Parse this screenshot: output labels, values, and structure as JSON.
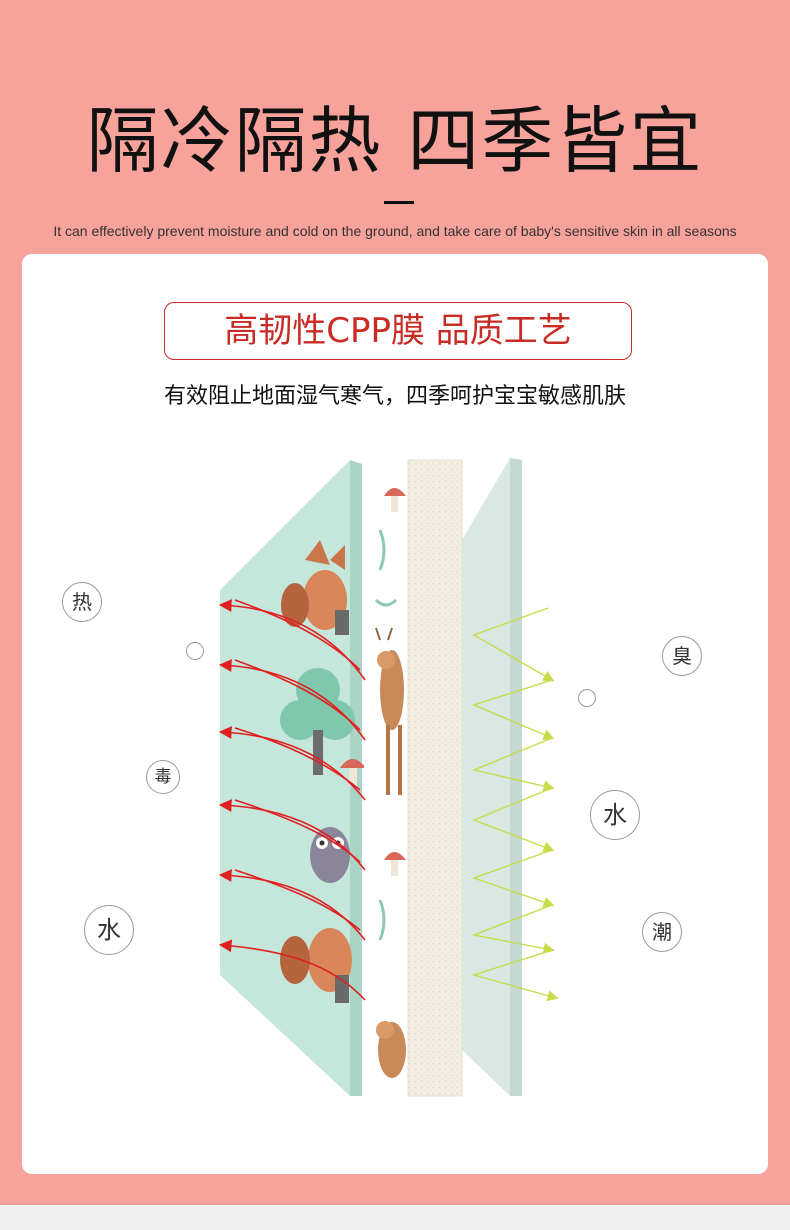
{
  "heading": {
    "title": "隔冷隔热 四季皆宜",
    "subtitle": "It can effectively prevent moisture and cold on the ground, and take care of baby's sensitive skin in all seasons"
  },
  "feature": {
    "badge": "高韧性CPP膜 品质工艺",
    "description": "有效阻止地面湿气寒气，四季呵护宝宝敏感肌肤"
  },
  "left_labels": [
    "热",
    "毒",
    "水"
  ],
  "right_labels": [
    "臭",
    "水",
    "潮"
  ],
  "colors": {
    "background": "#f7a29b",
    "accent_red": "#c92b25",
    "panel_green": "#bfe3d8",
    "arrow_red": "#e02020",
    "arrow_yellow": "#c8dc4a"
  }
}
